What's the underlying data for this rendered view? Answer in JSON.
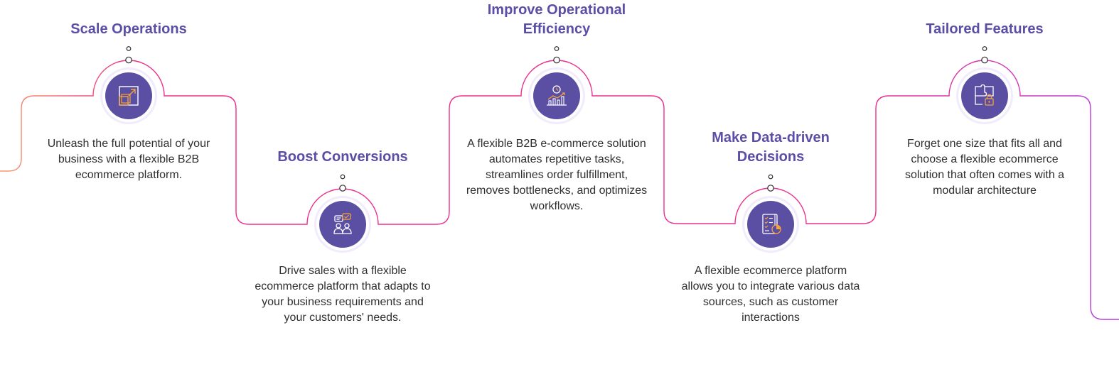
{
  "steps": [
    {
      "title": "Scale Operations",
      "description": "Unleash the full potential of your business with a flexible B2B ecommerce platform.",
      "icon": "scale-expand-icon"
    },
    {
      "title": "Boost Conversions",
      "description": "Drive sales with a flexible ecommerce platform that adapts to your business requirements and your customers' needs.",
      "icon": "users-chat-icon"
    },
    {
      "title": "Improve Operational Efficiency",
      "description": "A flexible B2B e-commerce solution automates repetitive tasks, streamlines order fulfillment, removes bottlenecks, and optimizes workflows.",
      "icon": "clock-chart-icon"
    },
    {
      "title": "Make Data-driven Decisions",
      "description": "A flexible ecommerce platform allows you to integrate various data sources, such as customer interactions",
      "icon": "report-chart-icon"
    },
    {
      "title": "Tailored Features",
      "description": "Forget one size that fits all and choose a flexible ecommerce solution that often comes with a modular architecture",
      "icon": "puzzle-lock-icon"
    }
  ],
  "colors": {
    "title": "#5a4ea6",
    "icon_background": "#5b4fa3",
    "icon_accent": "#f5a33a",
    "line_start": "#f79a6d",
    "line_middle": "#ee2f8a",
    "line_end": "#b43be0"
  }
}
